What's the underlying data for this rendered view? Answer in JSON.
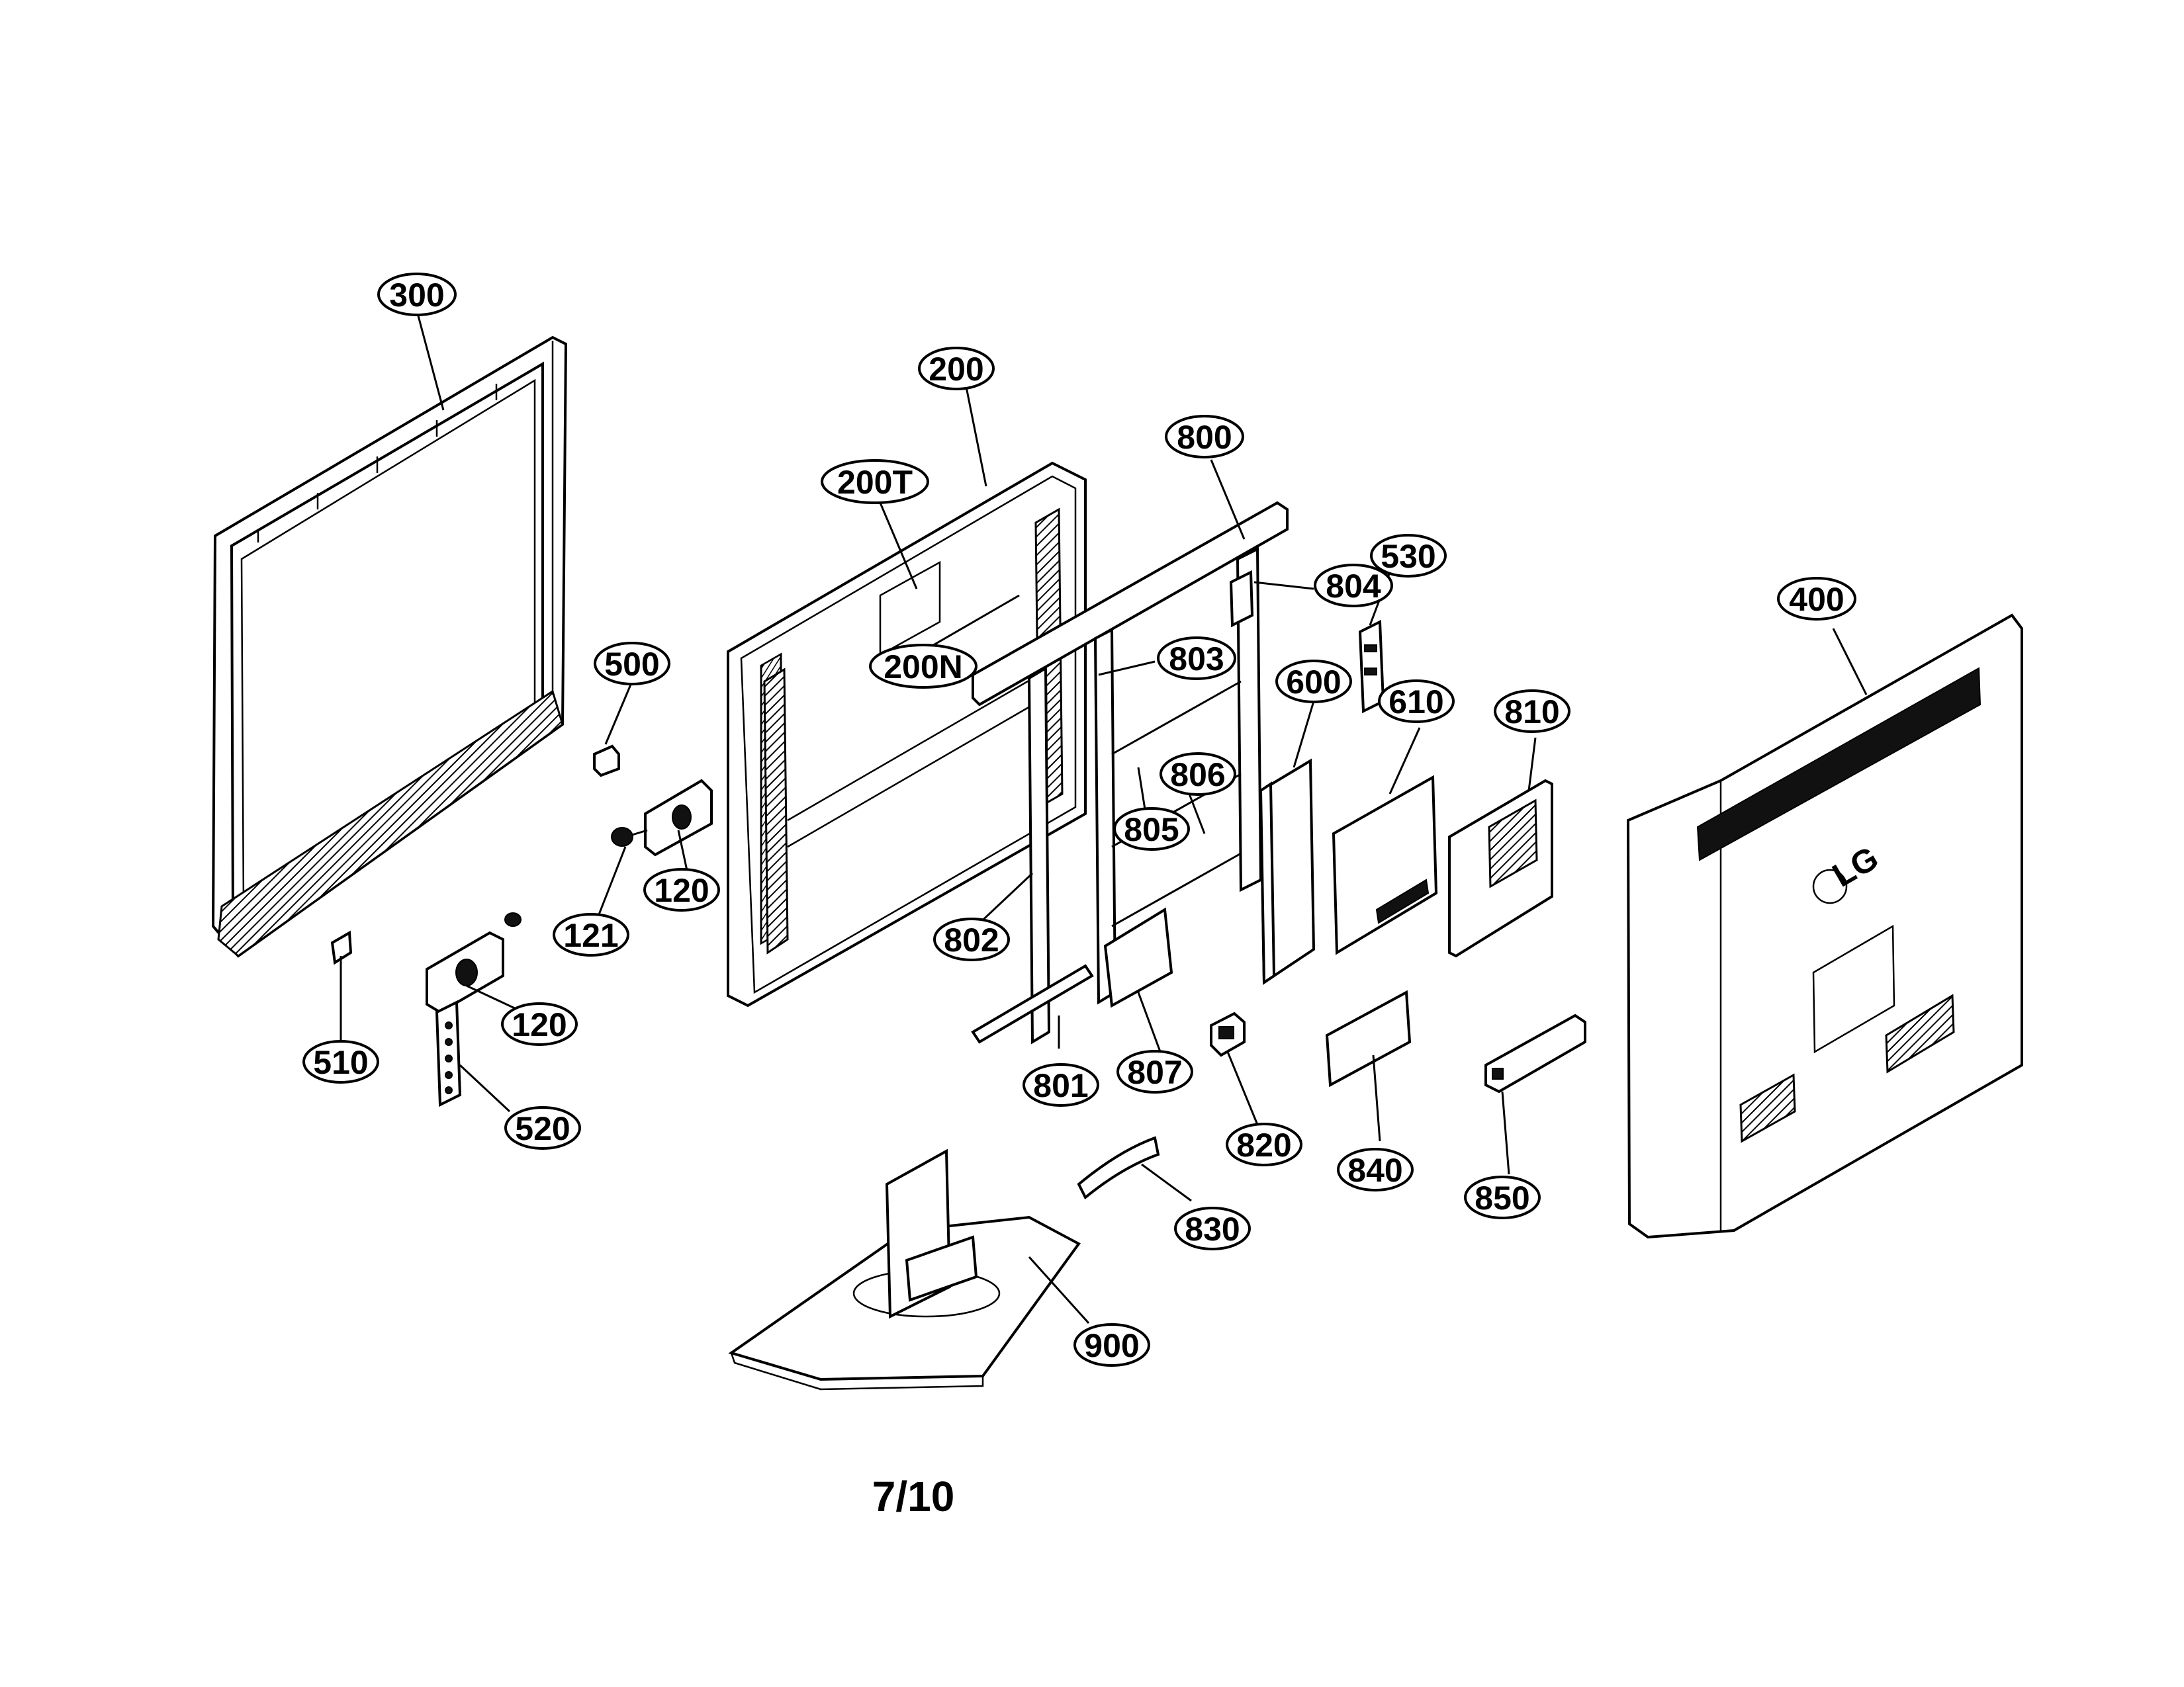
{
  "page": {
    "page_number": "7/10"
  },
  "brand": {
    "logo_text": "LG"
  },
  "callouts": [
    {
      "id": "c300",
      "label": "300"
    },
    {
      "id": "c200",
      "label": "200"
    },
    {
      "id": "c200T",
      "label": "200T"
    },
    {
      "id": "c200N",
      "label": "200N"
    },
    {
      "id": "c800",
      "label": "800"
    },
    {
      "id": "c804",
      "label": "804"
    },
    {
      "id": "c530",
      "label": "530"
    },
    {
      "id": "c400",
      "label": "400"
    },
    {
      "id": "c500",
      "label": "500"
    },
    {
      "id": "c803",
      "label": "803"
    },
    {
      "id": "c600",
      "label": "600"
    },
    {
      "id": "c610",
      "label": "610"
    },
    {
      "id": "c810",
      "label": "810"
    },
    {
      "id": "c806",
      "label": "806"
    },
    {
      "id": "c805",
      "label": "805"
    },
    {
      "id": "c120a",
      "label": "120"
    },
    {
      "id": "c121",
      "label": "121"
    },
    {
      "id": "c802",
      "label": "802"
    },
    {
      "id": "c120b",
      "label": "120"
    },
    {
      "id": "c510",
      "label": "510"
    },
    {
      "id": "c801",
      "label": "801"
    },
    {
      "id": "c807",
      "label": "807"
    },
    {
      "id": "c520",
      "label": "520"
    },
    {
      "id": "c820",
      "label": "820"
    },
    {
      "id": "c840",
      "label": "840"
    },
    {
      "id": "c850",
      "label": "850"
    },
    {
      "id": "c830",
      "label": "830"
    },
    {
      "id": "c900",
      "label": "900"
    }
  ]
}
